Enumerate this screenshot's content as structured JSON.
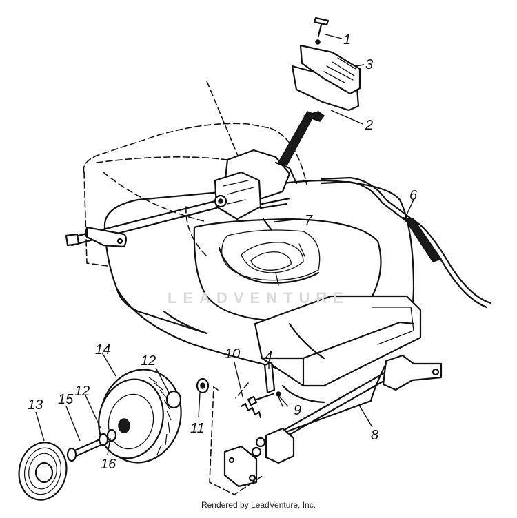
{
  "diagram": {
    "callouts": [
      {
        "id": "c1",
        "text": "1"
      },
      {
        "id": "c2",
        "text": "2"
      },
      {
        "id": "c3",
        "text": "3"
      },
      {
        "id": "c4",
        "text": "4"
      },
      {
        "id": "c6",
        "text": "6"
      },
      {
        "id": "c7",
        "text": "7"
      },
      {
        "id": "c8",
        "text": "8"
      },
      {
        "id": "c9",
        "text": "9"
      },
      {
        "id": "c10",
        "text": "10"
      },
      {
        "id": "c11",
        "text": "11"
      },
      {
        "id": "c12a",
        "text": "12"
      },
      {
        "id": "c12b",
        "text": "12"
      },
      {
        "id": "c13",
        "text": "13"
      },
      {
        "id": "c14",
        "text": "14"
      },
      {
        "id": "c15",
        "text": "15"
      },
      {
        "id": "c16",
        "text": "16"
      }
    ],
    "watermark": "LEADVENTURE",
    "footer": "Rendered by LeadVenture, Inc."
  }
}
